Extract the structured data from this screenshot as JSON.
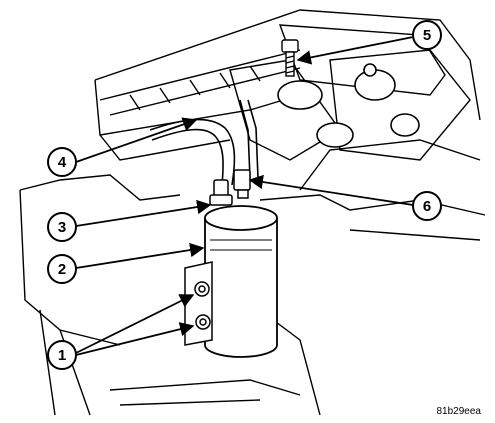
{
  "callouts": {
    "c1": "1",
    "c2": "2",
    "c3": "3",
    "c4": "4",
    "c5": "5",
    "c6": "6"
  },
  "figure_code": "81b29eea"
}
